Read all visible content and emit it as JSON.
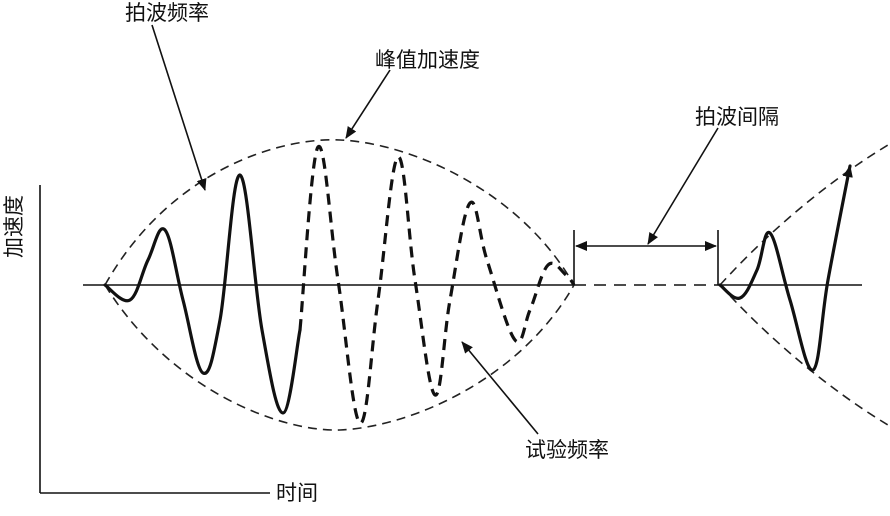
{
  "labels": {
    "beat_frequency": "拍波频率",
    "peak_acceleration": "峰值加速度",
    "beat_interval": "拍波间隔",
    "test_frequency": "试验频率",
    "y_axis": "加速度",
    "x_axis": "时间"
  },
  "colors": {
    "line": "#111111",
    "background": "#ffffff"
  }
}
